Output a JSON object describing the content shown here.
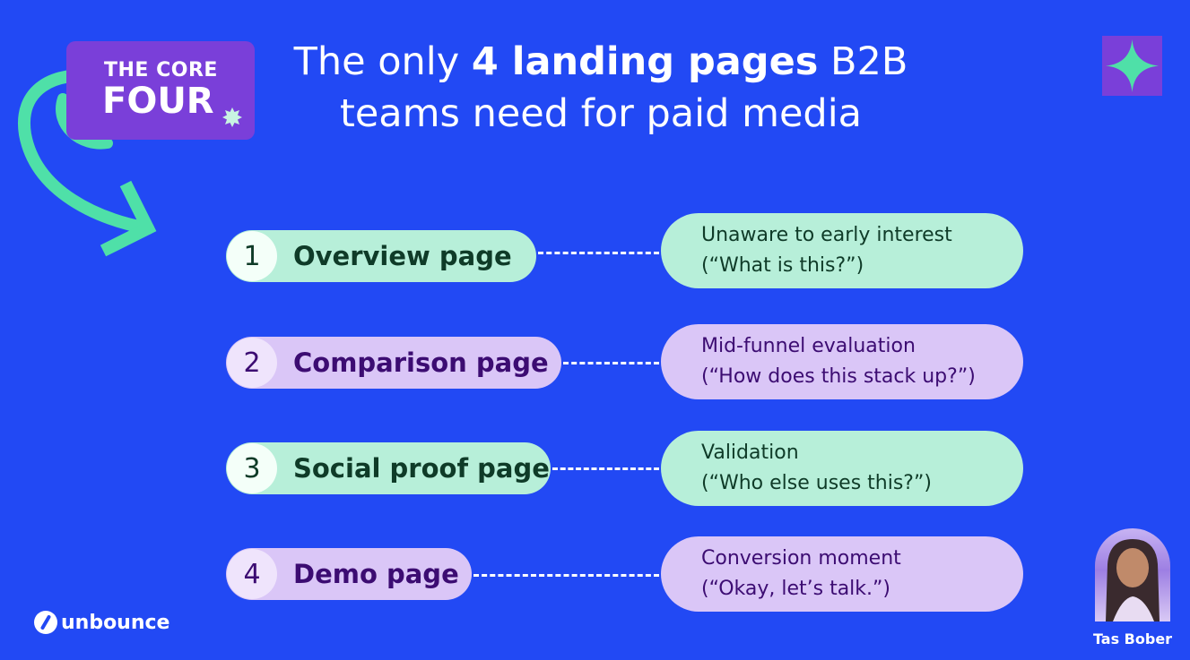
{
  "badge": {
    "line1": "THE CORE",
    "line2": "FOUR"
  },
  "title": {
    "pre": "The only ",
    "bold": "4 landing pages",
    "post": " B2B",
    "line2": "teams need for paid media"
  },
  "items": [
    {
      "num": "1",
      "label": "Overview page",
      "stage": "Unaware to early interest",
      "question": "(“What is this?”)",
      "color": "green"
    },
    {
      "num": "2",
      "label": "Comparison page",
      "stage": "Mid-funnel evaluation",
      "question": "(“How does this stack up?”)",
      "color": "purple"
    },
    {
      "num": "3",
      "label": "Social proof page",
      "stage": "Validation",
      "question": "(“Who else uses this?”)",
      "color": "green"
    },
    {
      "num": "4",
      "label": "Demo page",
      "stage": "Conversion moment",
      "question": "(“Okay, let’s talk.”)",
      "color": "purple"
    }
  ],
  "logo": {
    "text": "unbounce"
  },
  "speaker": {
    "name": "Tas Bober"
  },
  "colors": {
    "background": "#2249f4",
    "accent_purple": "#7a3fd9",
    "accent_green": "#4fe0a8",
    "pill_green": "#b7efd9",
    "pill_purple": "#dac6f7"
  }
}
